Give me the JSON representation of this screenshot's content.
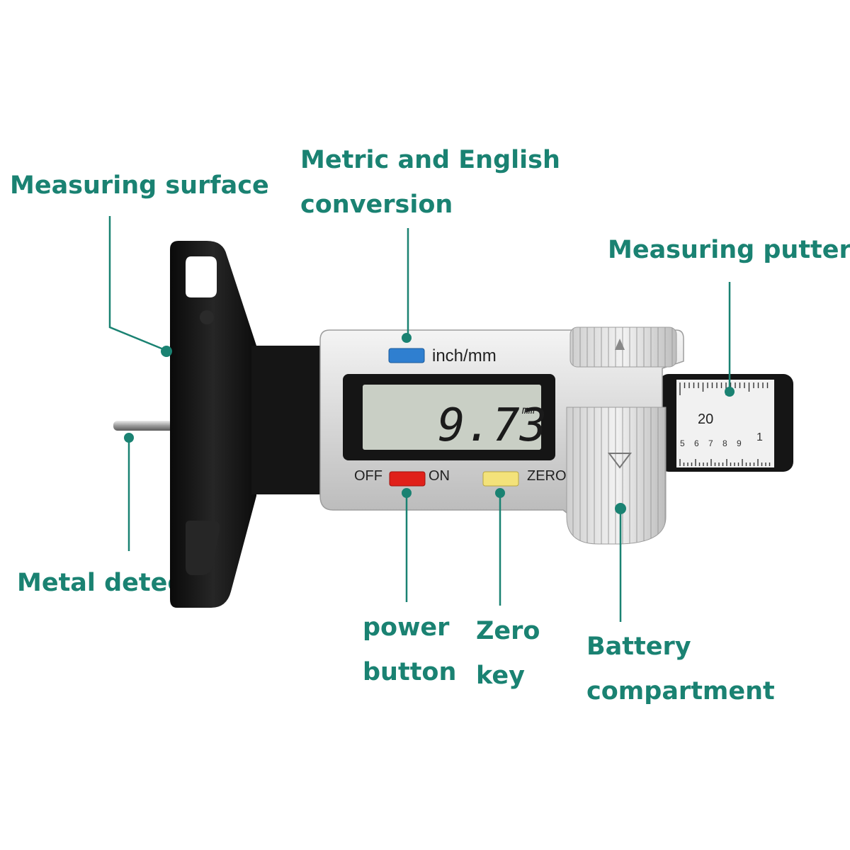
{
  "callouts": {
    "measuring_surface": "Measuring surface",
    "metric_english_line1": "Metric and English",
    "metric_english_line2": "conversion",
    "measuring_putter": "Measuring putter",
    "metal_detector": "Metal detector",
    "power_button_line1": "power",
    "power_button_line2": "button",
    "zero_key_line1": "Zero",
    "zero_key_line2": "key",
    "battery_line1": "Battery",
    "battery_line2": "compartment"
  },
  "device": {
    "unit_button_label": "inch/mm",
    "off_label": "OFF",
    "on_label": "ON",
    "zero_label": "ZERO",
    "display_value": "9.73",
    "display_unit": "mm",
    "scale_number": "20",
    "scale_digits": [
      "5",
      "6",
      "7",
      "8",
      "9",
      "1"
    ]
  },
  "colors": {
    "label_teal": "#1a8272",
    "unit_button": "#2f7fd0",
    "power_button": "#e0201a",
    "zero_button": "#f3e27a",
    "body_black": "#141414",
    "lcd_bg": "#c9cfc5"
  }
}
